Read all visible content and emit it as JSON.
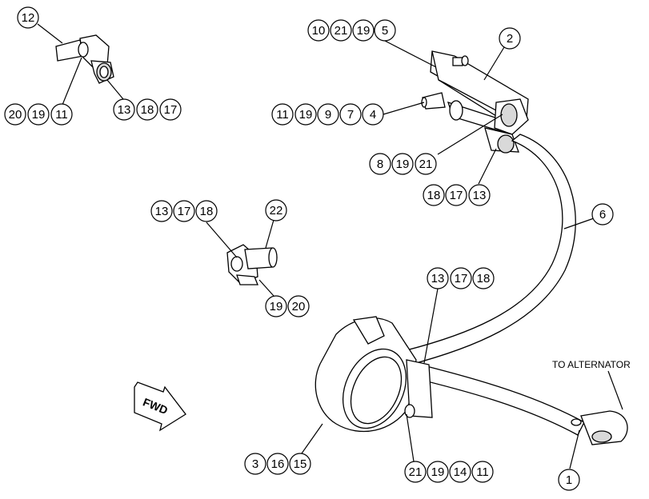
{
  "diagram": {
    "note_label": "TO ALTERNATOR",
    "fwd_label": "FWD",
    "callouts": [
      {
        "id": "g1",
        "numbers": [
          "12"
        ]
      },
      {
        "id": "g2",
        "numbers": [
          "20",
          "19",
          "11"
        ]
      },
      {
        "id": "g3",
        "numbers": [
          "13",
          "18",
          "17"
        ]
      },
      {
        "id": "g4",
        "numbers": [
          "10",
          "21",
          "19",
          "5"
        ]
      },
      {
        "id": "g5",
        "numbers": [
          "2"
        ]
      },
      {
        "id": "g6",
        "numbers": [
          "11",
          "19",
          "9",
          "7",
          "4"
        ]
      },
      {
        "id": "g7",
        "numbers": [
          "8",
          "19",
          "21"
        ]
      },
      {
        "id": "g8",
        "numbers": [
          "18",
          "17",
          "13"
        ]
      },
      {
        "id": "g9",
        "numbers": [
          "6"
        ]
      },
      {
        "id": "g10",
        "numbers": [
          "13",
          "17",
          "18"
        ]
      },
      {
        "id": "g11",
        "numbers": [
          "22"
        ]
      },
      {
        "id": "g12",
        "numbers": [
          "19",
          "20"
        ]
      },
      {
        "id": "g13",
        "numbers": [
          "13",
          "17",
          "18"
        ]
      },
      {
        "id": "g14",
        "numbers": [
          "3",
          "16",
          "15"
        ]
      },
      {
        "id": "g15",
        "numbers": [
          "21",
          "19",
          "14",
          "11"
        ]
      },
      {
        "id": "g16",
        "numbers": [
          "1"
        ]
      }
    ]
  }
}
